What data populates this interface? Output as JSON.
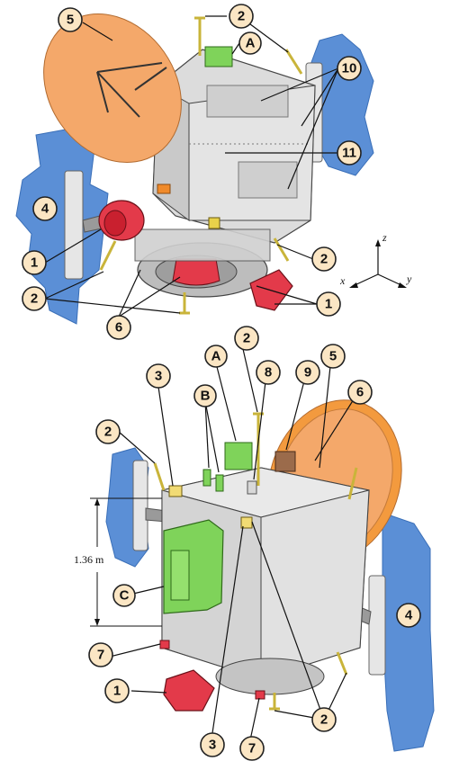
{
  "top_view": {
    "callouts": {
      "c1a": "1",
      "c1b": "1",
      "c2a": "2",
      "c2b": "2",
      "c2c": "2",
      "c4": "4",
      "c5": "5",
      "c6": "6",
      "c10": "10",
      "c11": "11",
      "cA": "A"
    },
    "axes": {
      "x": "x",
      "y": "y",
      "z": "z"
    }
  },
  "bottom_view": {
    "callouts": {
      "c1": "1",
      "c2a": "2",
      "c2b": "2",
      "c2c": "2",
      "c3a": "3",
      "c3b": "3",
      "c4": "4",
      "c5": "5",
      "c6": "6",
      "c7a": "7",
      "c7b": "7",
      "c8": "8",
      "c9": "9",
      "cA": "A",
      "cB": "B",
      "cC": "C"
    },
    "dimension": "1.36 m"
  },
  "colors": {
    "solar_panel": "#5b8fd6",
    "antenna": "#f4a86a",
    "thruster": "#e33a4a",
    "instrument_green": "#7fd35a",
    "bus_body": "#d9d9d9"
  }
}
